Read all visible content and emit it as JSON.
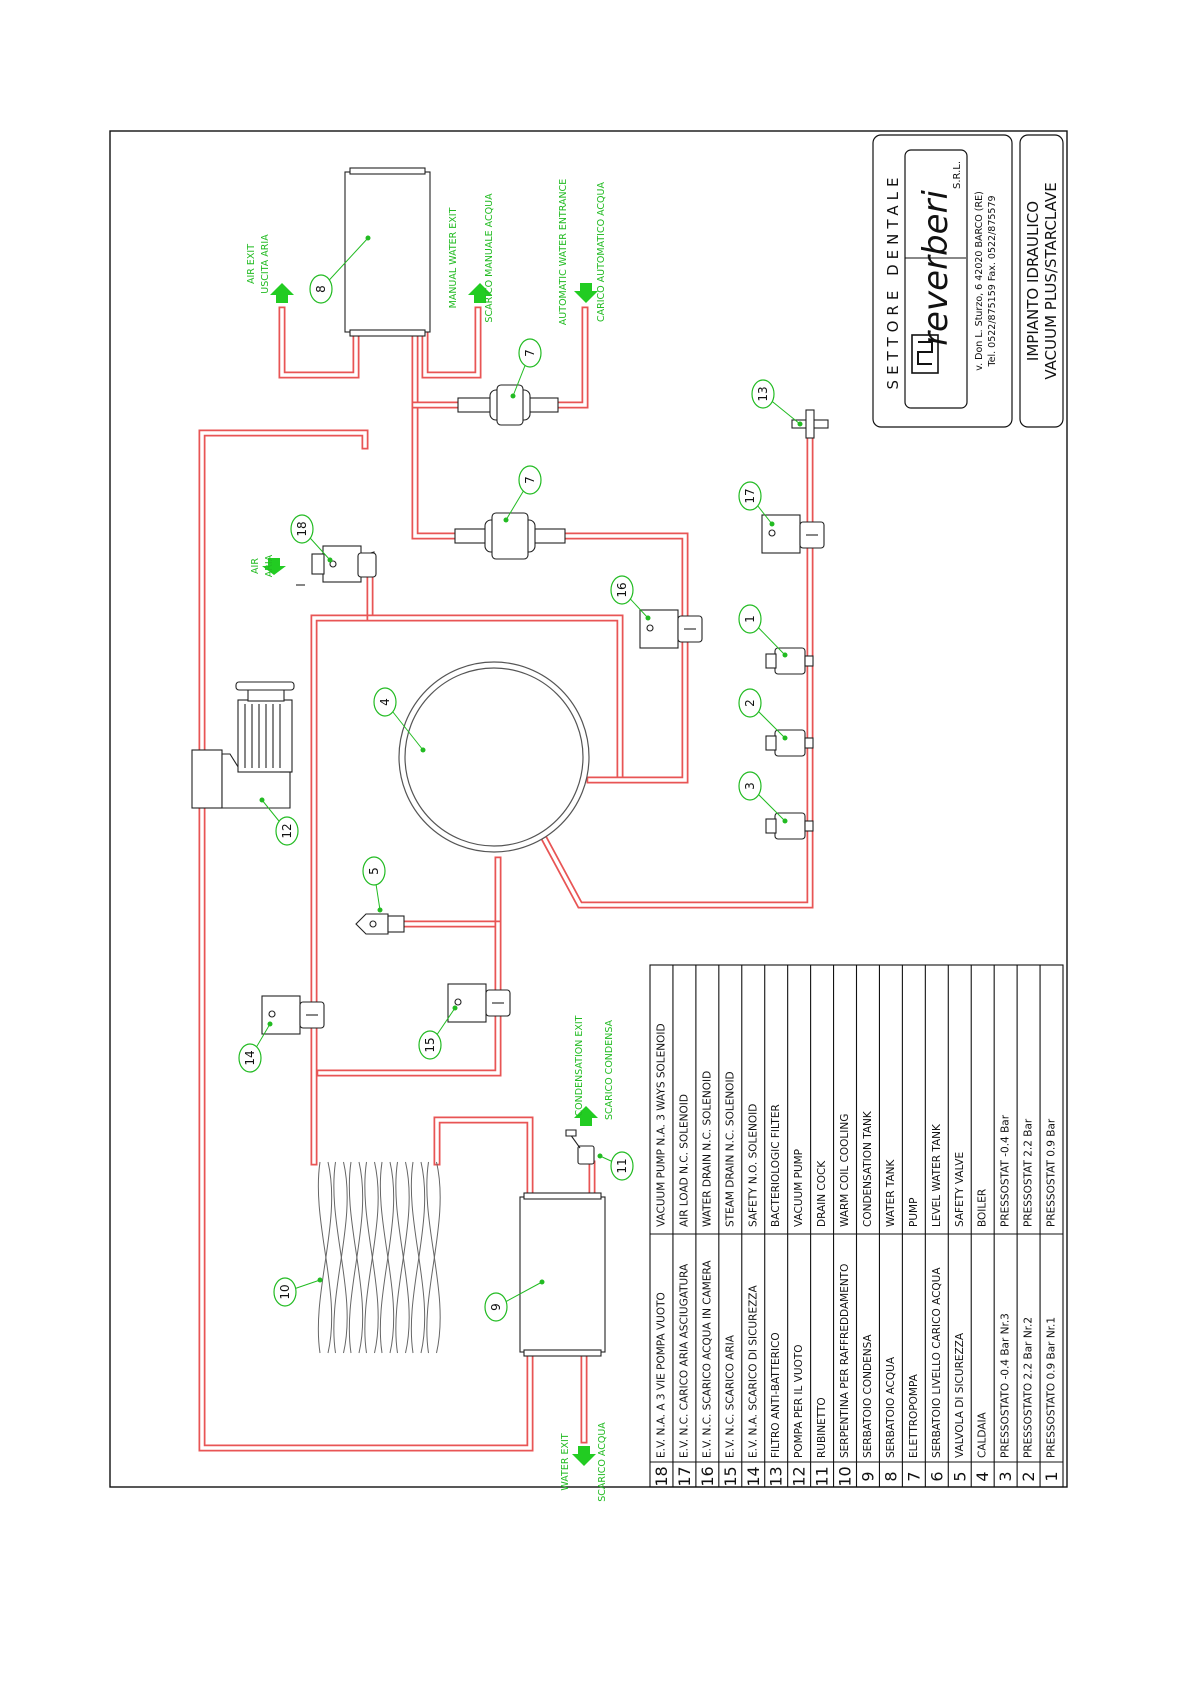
{
  "title_block": {
    "sector": "SETTORE DENTALE",
    "company": "reverberi",
    "company_suffix": "S.R.L.",
    "address": "v. Don L. Sturzo, 6 42020 BARCO (RE)",
    "phone_fax": "Tel. 0522/875159 Fax. 0522/875579",
    "drawing_title": "IMPIANTO IDRAULICO",
    "drawing_subtitle": "VACUUM PLUS/STARCLAVE"
  },
  "flow_labels": {
    "air_exit_en": "AIR EXIT",
    "air_exit_it": "USCITA ARIA",
    "manual_water_exit_en": "MANUAL WATER EXIT",
    "manual_water_exit_it": "SCARICO MANUALE ACQUA",
    "auto_water_entrance_en": "AUTOMATIC WATER ENTRANCE",
    "auto_water_entrance_it": "CARICO AUTOMATICO ACQUA",
    "air_en": "AIR",
    "air_it": "ARIA",
    "condensation_exit_en": "CONDENSATION EXIT",
    "condensation_exit_it": "SCARICO CONDENSA",
    "water_exit_en": "WATER EXIT",
    "water_exit_it": "SCARICO ACQUA"
  },
  "component_tags": [
    "1",
    "2",
    "3",
    "4",
    "5",
    "7",
    "7",
    "8",
    "9",
    "10",
    "11",
    "12",
    "13",
    "14",
    "15",
    "16",
    "17",
    "18"
  ],
  "legend": [
    {
      "num": "18",
      "it": "E.V. N.A. A 3 VIE POMPA VUOTO",
      "en": "VACUUM PUMP N.A. 3 WAYS SOLENOID"
    },
    {
      "num": "17",
      "it": "E.V. N.C. CARICO ARIA ASCIUGATURA",
      "en": "AIR LOAD N.C. SOLENOID"
    },
    {
      "num": "16",
      "it": "E.V. N.C. SCARICO ACQUA IN CAMERA",
      "en": "WATER DRAIN N.C. SOLENOID"
    },
    {
      "num": "15",
      "it": "E.V. N.C. SCARICO ARIA",
      "en": "STEAM DRAIN N.C. SOLENOID"
    },
    {
      "num": "14",
      "it": "E.V. N.A. SCARICO DI SICUREZZA",
      "en": "SAFETY N.O. SOLENOID"
    },
    {
      "num": "13",
      "it": "FILTRO ANTI-BATTERICO",
      "en": "BACTERIOLOGIC FILTER"
    },
    {
      "num": "12",
      "it": "POMPA PER IL VUOTO",
      "en": "VACUUM PUMP"
    },
    {
      "num": "11",
      "it": "RUBINETTO",
      "en": "DRAIN COCK"
    },
    {
      "num": "10",
      "it": "SERPENTINA PER RAFFREDDAMENTO",
      "en": "WARM COIL COOLING"
    },
    {
      "num": "9",
      "it": "SERBATOIO CONDENSA",
      "en": "CONDENSATION TANK"
    },
    {
      "num": "8",
      "it": "SERBATOIO ACQUA",
      "en": "WATER TANK"
    },
    {
      "num": "7",
      "it": "ELETTROPOMPA",
      "en": "PUMP"
    },
    {
      "num": "6",
      "it": "SERBATOIO LIVELLO CARICO ACQUA",
      "en": "LEVEL WATER TANK"
    },
    {
      "num": "5",
      "it": "VALVOLA DI SICUREZZA",
      "en": "SAFETY VALVE"
    },
    {
      "num": "4",
      "it": "CALDAIA",
      "en": "BOILER"
    },
    {
      "num": "3",
      "it": "PRESSOSTATO -0.4 Bar Nr.3",
      "en": "PRESSOSTAT -0.4 Bar"
    },
    {
      "num": "2",
      "it": "PRESSOSTATO 2.2 Bar Nr.2",
      "en": "PRESSOSTAT 2.2 Bar"
    },
    {
      "num": "1",
      "it": "PRESSOSTATO 0.9 Bar Nr.1",
      "en": "PRESSOSTAT 0.9 Bar"
    }
  ],
  "colors": {
    "pipe": "#e85555",
    "annotation": "#22bb22",
    "ink": "#111111"
  }
}
